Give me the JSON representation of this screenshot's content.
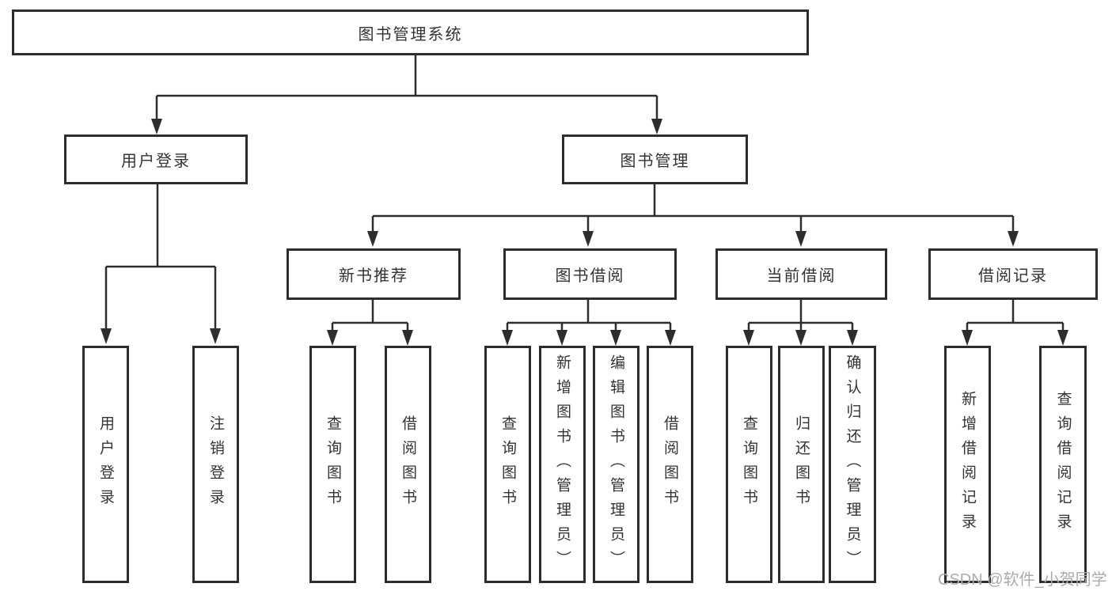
{
  "diagram_title": "图书管理系统",
  "tree": {
    "label": "图书管理系统",
    "children": [
      {
        "label": "用户登录",
        "children": [
          {
            "label": "用户登录"
          },
          {
            "label": "注销登录"
          }
        ]
      },
      {
        "label": "图书管理",
        "children": [
          {
            "label": "新书推荐",
            "children": [
              {
                "label": "查询图书"
              },
              {
                "label": "借阅图书"
              }
            ]
          },
          {
            "label": "图书借阅",
            "children": [
              {
                "label": "查询图书"
              },
              {
                "label": "新增图书（管理员）"
              },
              {
                "label": "编辑图书（管理员）"
              },
              {
                "label": "借阅图书"
              }
            ]
          },
          {
            "label": "当前借阅",
            "children": [
              {
                "label": "查询图书"
              },
              {
                "label": "归还图书"
              },
              {
                "label": "确认归还（管理员）"
              }
            ]
          },
          {
            "label": "借阅记录",
            "children": [
              {
                "label": "新增借阅记录"
              },
              {
                "label": "查询借阅记录"
              }
            ]
          }
        ]
      }
    ]
  },
  "watermark": {
    "text": "CSDN @软件_小贺同学"
  },
  "colors": {
    "line": "#2d2d2d",
    "box_border": "#2d2d2d",
    "box_bg": "#ffffff",
    "text": "#333333",
    "watermark": "#ababab"
  }
}
